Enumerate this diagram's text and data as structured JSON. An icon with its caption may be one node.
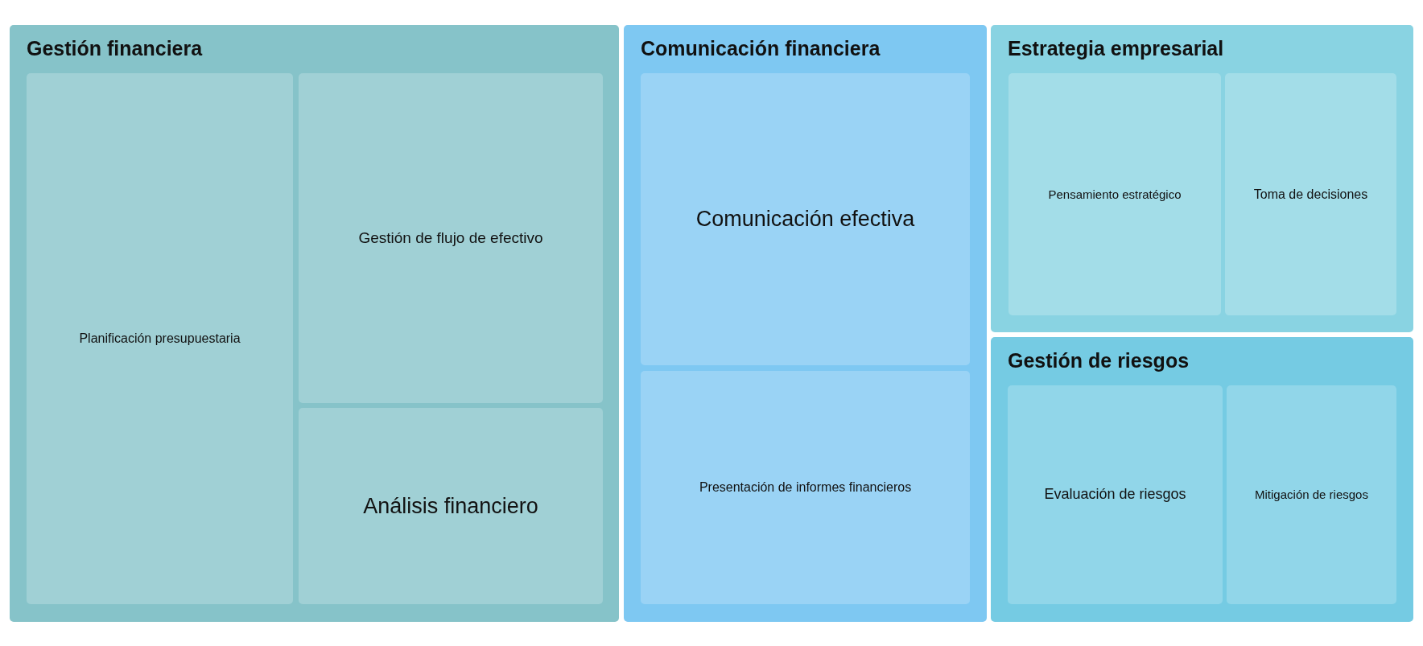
{
  "diagram": {
    "nodes": [
      {
        "text": [
          "Gestión financiera"
        ]
      },
      {
        "text": [
          "Planificación presupuestaria"
        ],
        "in": 0
      },
      {
        "text": [
          "Gestión de flujo de efectivo"
        ],
        "in": 0
      },
      {
        "text": [
          "Análisis financiero"
        ],
        "in": 0
      },
      {
        "text": [
          "Comunicación financiera"
        ]
      },
      {
        "text": [
          "Comunicación efectiva"
        ],
        "in": 4
      },
      {
        "text": [
          "Presentación de informes financieros"
        ],
        "in": 4
      },
      {
        "text": [
          "Estrategia empresarial"
        ]
      },
      {
        "text": [
          "Pensamiento estratégico"
        ],
        "in": 7
      },
      {
        "text": [
          "Toma de decisiones"
        ],
        "in": 7
      },
      {
        "text": [
          "Gestión de riesgos"
        ]
      },
      {
        "text": [
          "Evaluación de riesgos"
        ],
        "in": 10
      },
      {
        "text": [
          "Mitigación de riesgos"
        ],
        "in": 10
      }
    ]
  }
}
